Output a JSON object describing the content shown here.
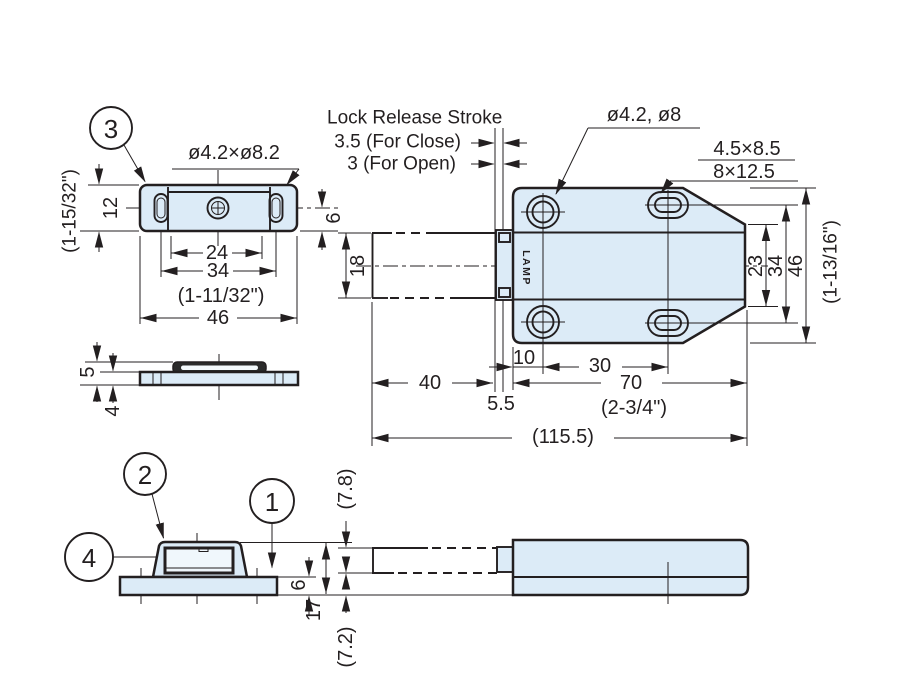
{
  "drawing": {
    "brand": "LAMP",
    "callouts": {
      "c1": "1",
      "c2": "2",
      "c3": "3",
      "c4": "4"
    },
    "notes": {
      "lock_release_stroke": "Lock Release Stroke",
      "stroke_close": "3.5 (For Close)",
      "stroke_open": "3 (For Open)"
    },
    "holes": {
      "plate_slots": "ø4.2×ø8.2",
      "body_holes": "ø4.2, ø8",
      "body_slot_inner": "4.5×8.5",
      "body_slot_outer": "8×12.5"
    },
    "plate_top": {
      "height": "12",
      "height_in": "(1-15/32\")",
      "pitch_inner": "24",
      "pitch": "34",
      "pitch_in": "(1-11/32\")",
      "width": "46",
      "center_offset": "6"
    },
    "plate_side": {
      "boss": "5",
      "thickness": "4"
    },
    "body_top": {
      "plunger": "18",
      "front": "40",
      "gap": "5.5",
      "hole_edge": "10",
      "hole_pitch": "30",
      "length": "70",
      "length_in": "(2-3/4\")",
      "overall": "(115.5)",
      "flat": "23",
      "pitch_v": "34",
      "height": "46",
      "height_in": "(1-13/16\")"
    },
    "body_side": {
      "plunger_t": "(7.8)",
      "base_t": "6",
      "height": "17",
      "lower": "(7.2)"
    },
    "colors": {
      "line": "#231f20",
      "part_fill": "#dcebf7",
      "catch_dark": "#2b2b2b"
    }
  }
}
